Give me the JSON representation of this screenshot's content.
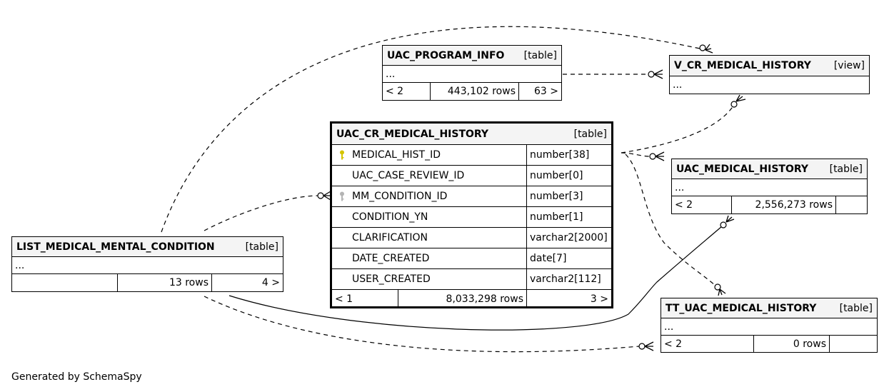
{
  "diagram": {
    "tables": {
      "uac_program_info": {
        "name": "UAC_PROGRAM_INFO",
        "kind": "[table]",
        "body": "...",
        "footer": {
          "parents": "< 2",
          "rows": "443,102 rows",
          "children": "63 >"
        }
      },
      "v_cr_medical_history": {
        "name": "V_CR_MEDICAL_HISTORY",
        "kind": "[view]",
        "body": "..."
      },
      "uac_cr_medical_history": {
        "name": "UAC_CR_MEDICAL_HISTORY",
        "kind": "[table]",
        "columns": [
          {
            "name": "MEDICAL_HIST_ID",
            "type": "number[38]",
            "key": "primary"
          },
          {
            "name": "UAC_CASE_REVIEW_ID",
            "type": "number[0]",
            "key": ""
          },
          {
            "name": "MM_CONDITION_ID",
            "type": "number[3]",
            "key": "foreign"
          },
          {
            "name": "CONDITION_YN",
            "type": "number[1]",
            "key": ""
          },
          {
            "name": "CLARIFICATION",
            "type": "varchar2[2000]",
            "key": ""
          },
          {
            "name": "DATE_CREATED",
            "type": "date[7]",
            "key": ""
          },
          {
            "name": "USER_CREATED",
            "type": "varchar2[112]",
            "key": ""
          }
        ],
        "footer": {
          "parents": "< 1",
          "rows": "8,033,298 rows",
          "children": "3 >"
        }
      },
      "uac_medical_history": {
        "name": "UAC_MEDICAL_HISTORY",
        "kind": "[table]",
        "body": "...",
        "footer": {
          "parents": "< 2",
          "rows": "2,556,273 rows",
          "children": ""
        }
      },
      "list_medical_mental_condition": {
        "name": "LIST_MEDICAL_MENTAL_CONDITION",
        "kind": "[table]",
        "body": "...",
        "footer": {
          "parents": "",
          "rows": "13 rows",
          "children": "4 >"
        }
      },
      "tt_uac_medical_history": {
        "name": "TT_UAC_MEDICAL_HISTORY",
        "kind": "[table]",
        "body": "...",
        "footer": {
          "parents": "< 2",
          "rows": "0 rows",
          "children": ""
        }
      }
    },
    "colors": {
      "primary_key": "#d4c400",
      "foreign_key": "#b4b4b4",
      "header_bg": "#f4f4f4"
    },
    "generated_by": "Generated by SchemaSpy"
  }
}
